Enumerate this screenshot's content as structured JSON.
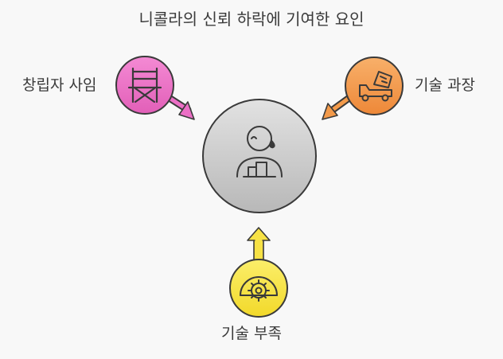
{
  "diagram": {
    "title": "니콜라의 신뢰 하락에 기여한 요인",
    "center": {
      "icon": "worried-person-with-boxes-icon"
    },
    "factors": [
      {
        "label": "창립자 사임",
        "icon": "directors-chair-icon",
        "color": "#ec6fc6"
      },
      {
        "label": "기술 과장",
        "icon": "dump-truck-icon",
        "color": "#f39a4a"
      },
      {
        "label": "기술 부족",
        "icon": "gear-gauge-icon",
        "color": "#f7e245"
      }
    ]
  }
}
